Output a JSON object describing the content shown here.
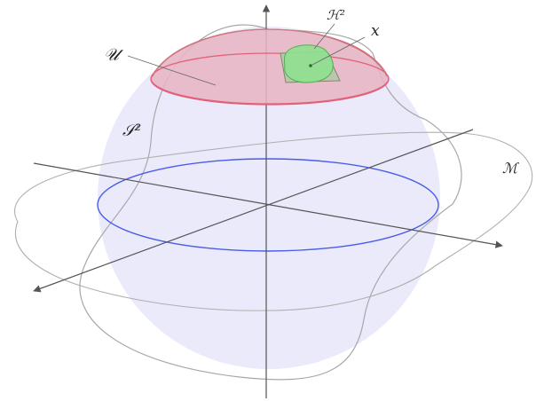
{
  "labels": {
    "U": "𝒰",
    "H2": "ℋ²",
    "x": "x",
    "S2": "𝒮²",
    "M": "ℳ"
  },
  "colors": {
    "sphere": "#eaeafb",
    "equator": "#4a5ce8",
    "cap_fill": "#e8b4c2",
    "cap_stroke": "#e2607a",
    "patch_fill": "#8fe08f",
    "patch_stroke": "#55b055",
    "tangent_plane": "#b7c6a8",
    "axes": "#555555",
    "manifold": "#a8a8a8"
  }
}
